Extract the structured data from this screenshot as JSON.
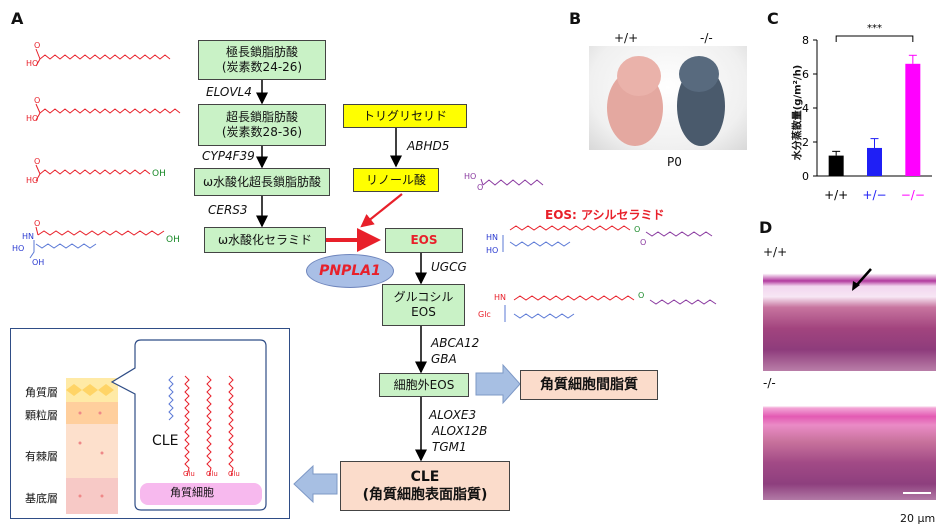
{
  "panels": {
    "a": "A",
    "b": "B",
    "c": "C",
    "d": "D"
  },
  "pathway": {
    "vlcfa": [
      "極長鎖脂肪酸",
      "(炭素数24-26)"
    ],
    "elovl4": "ELOVL4",
    "ulcfa": [
      "超長鎖脂肪酸",
      "(炭素数28-36)"
    ],
    "cyp4f39": "CYP4F39",
    "omega_ulcfa": "ω水酸化超長鎖脂肪酸",
    "cers3": "CERS3",
    "omega_ceramide": "ω水酸化セラミド",
    "triglyceride": "トリグリセリド",
    "abhd5": "ABHD5",
    "linoleic": "リノール酸",
    "eos": "EOS",
    "eos_label": "EOS: アシルセラミド",
    "pnpla1": "PNPLA1",
    "ugcg": "UGCG",
    "glucosyl_eos": [
      "グルコシル",
      "EOS"
    ],
    "abca12": "ABCA12",
    "gba": "GBA",
    "extracellular_eos": "細胞外EOS",
    "intercellular_lipid": "角質細胞間脂質",
    "alox": [
      "ALOXE3",
      "ALOX12B",
      "TGM1"
    ],
    "cle": [
      "CLE",
      "(角質細胞表面脂質)"
    ]
  },
  "molecules": {
    "oh": "OH",
    "ho": "HO",
    "o": "O",
    "hn": "HN",
    "glc": "Glc",
    "glu": "Glu"
  },
  "skin": {
    "layers": [
      "角質層",
      "顆粒層",
      "有棘層",
      "基底層"
    ],
    "cle": "CLE",
    "corneocyte": "角質細胞"
  },
  "photo_b": {
    "wt": "+/+",
    "ko": "-/-",
    "age": "P0"
  },
  "chart_data": {
    "type": "bar",
    "categories": [
      "+/+",
      "+/−",
      "−/−"
    ],
    "values": [
      1.2,
      1.65,
      6.6
    ],
    "errors": [
      0.25,
      0.55,
      0.5
    ],
    "ylabel": "水分蒸散量(g/m²/h)",
    "ylim": [
      0,
      8
    ],
    "yticks": [
      0,
      2,
      4,
      6,
      8
    ],
    "colors": [
      "#000000",
      "#1f1ff5",
      "#ff00ff"
    ],
    "significance": "***"
  },
  "histology": {
    "wt": "+/+",
    "ko": "-/-",
    "scale": "20 μm"
  },
  "colors": {
    "green_box": "#c9f2c6",
    "yellow_box": "#ffff00",
    "peach_box": "#fbdccb",
    "red": "#e8202a",
    "blue": "#5b79d6",
    "purple": "#8a3aa0",
    "pnpla1_fill": "#a9bfe6"
  }
}
